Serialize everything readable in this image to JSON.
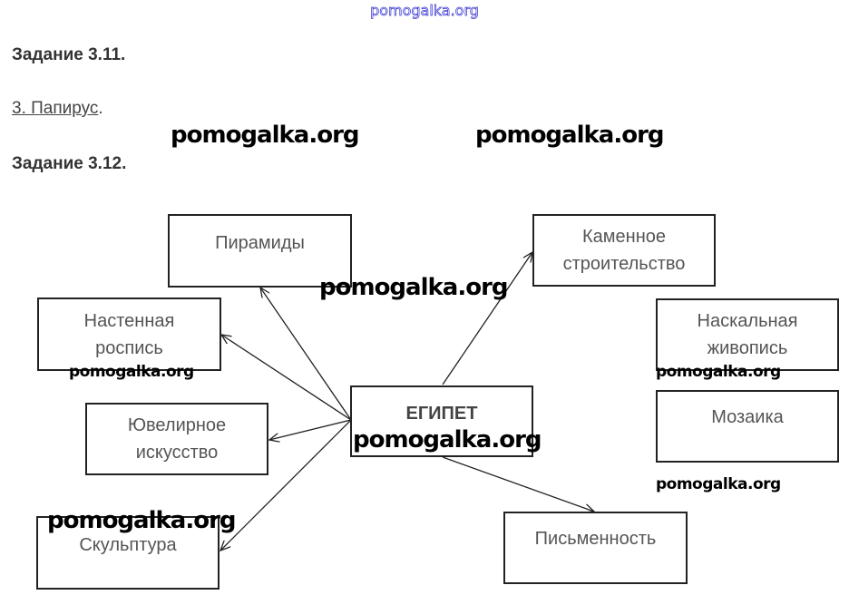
{
  "site_watermark": "pomogalka.org",
  "task1": {
    "title": "Задание 3.11.",
    "answer": "3. Папирус",
    "answer_suffix": "."
  },
  "task2": {
    "title": "Задание 3.12."
  },
  "diagram": {
    "center": "ЕГИПЕТ",
    "boxes": [
      "Пирамиды",
      "Каменное\nстроительство",
      "Настенная\nроспись",
      "Наскальная\nживопись",
      "Ювелирное\nискусство",
      "Мозаика",
      "Скульптура",
      "Письменность"
    ]
  },
  "watermark": "pomogalka.org"
}
